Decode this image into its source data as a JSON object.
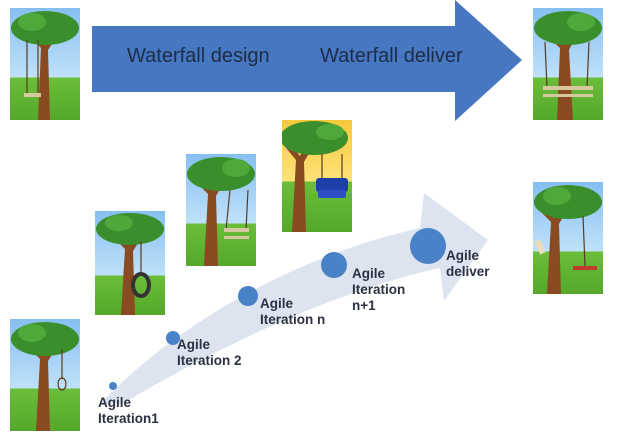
{
  "waterfall": {
    "design_label": "Waterfall design",
    "deliver_label": "Waterfall deliver"
  },
  "agile": {
    "iteration1": [
      "Agile",
      "Iteration1"
    ],
    "iteration2": [
      "Agile",
      "Iteration 2"
    ],
    "iteration_n": [
      "Agile",
      "Iteration n"
    ],
    "iteration_n1": [
      "Agile",
      "Iteration",
      "n+1"
    ],
    "deliver": [
      "Agile",
      "deliver"
    ]
  },
  "colors": {
    "waterfall_arrow": "#4677c0",
    "agile_arrow": "#dde4f0",
    "milestone_dot": "#4a82c8",
    "foliage": "#3a8f2c",
    "trunk": "#8a4a22",
    "sky": "#9fd1f7",
    "grass": "#63b534"
  },
  "icons": [
    "tree-noose-icon",
    "tree-tire-swing-icon",
    "tree-board-swing-icon",
    "tree-armchair-swing-icon",
    "tree-three-seat-swing-icon",
    "tree-fallen-swing-icon"
  ]
}
